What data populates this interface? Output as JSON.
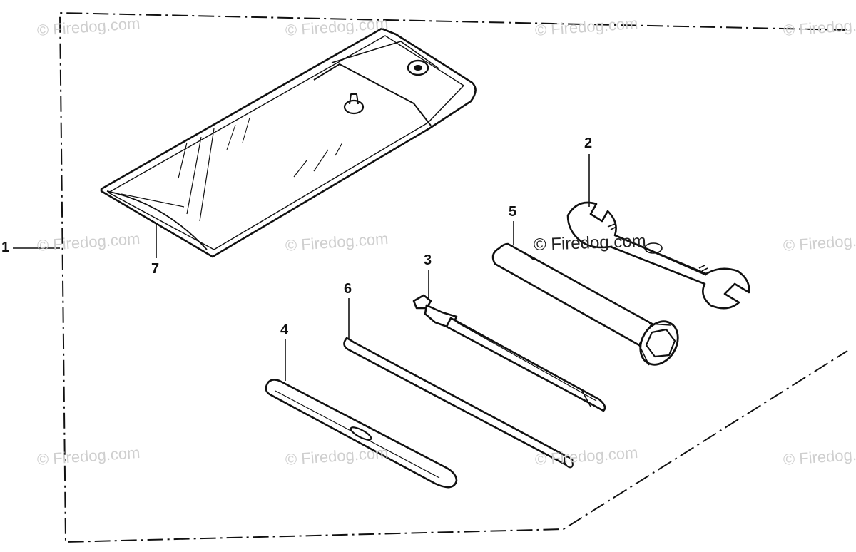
{
  "watermark": "© Firedog.com",
  "callouts": {
    "c1": "1",
    "c2": "2",
    "c3": "3",
    "c4": "4",
    "c5": "5",
    "c6": "6",
    "c7": "7"
  },
  "colors": {
    "ink": "#111111",
    "watermark": "#cfcfcf",
    "background": "#ffffff"
  }
}
